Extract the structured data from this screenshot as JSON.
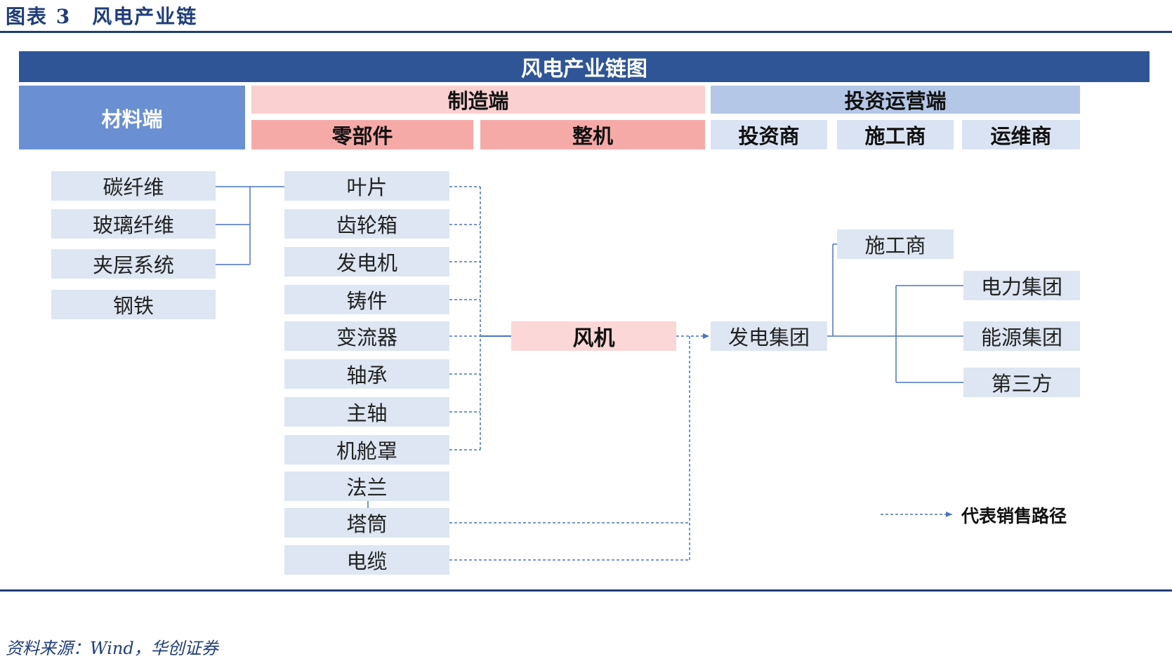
{
  "figure_title": "图表 3　风电产业链",
  "banner": "风电产业链图",
  "headers": {
    "materials": "材料端",
    "manufacturing": "制造端",
    "investment": "投资运营端",
    "components": "零部件",
    "whole_machine": "整机",
    "investor": "投资商",
    "constructor": "施工商",
    "operator": "运维商"
  },
  "materials": [
    "碳纤维",
    "玻璃纤维",
    "夹层系统",
    "钢铁"
  ],
  "components": [
    "叶片",
    "齿轮箱",
    "发电机",
    "铸件",
    "变流器",
    "轴承",
    "主轴",
    "机舱罩",
    "法兰",
    "塔筒",
    "电缆"
  ],
  "turbine": "风机",
  "power_group": "发电集团",
  "downstream": {
    "constructor": "施工商",
    "buyers": [
      "电力集团",
      "能源集团",
      "第三方"
    ]
  },
  "legend": "代表销售路径",
  "source": "资料来源：Wind，华创证券",
  "colors": {
    "navy": "#1f3d7a",
    "banner": "#2f5597",
    "materials_header": "#6a8fd2",
    "manufacturing_header": "#fbd0d0",
    "components_header": "#f6aaa8",
    "investment_header": "#b4c7e7",
    "investment_sub": "#dae3f3",
    "box": "#dde6f2",
    "turbine": "#fbd7d7",
    "line": "#4a72c4"
  }
}
